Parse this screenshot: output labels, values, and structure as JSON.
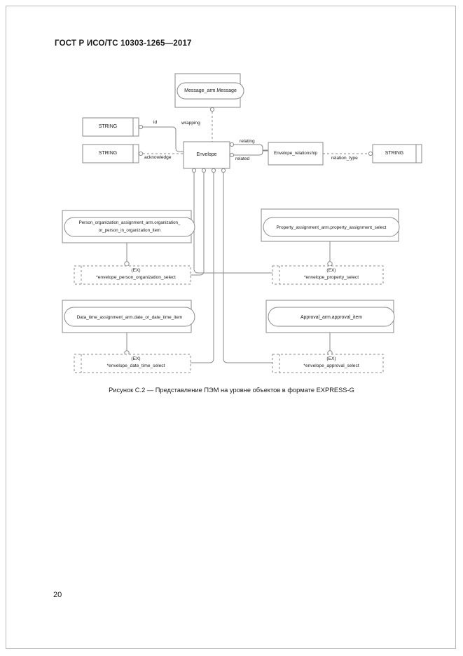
{
  "document": {
    "header": "ГОСТ Р ИСО/ТС 10303-1265—2017",
    "page_number": "20",
    "figure_caption": "Рисунок С.2 — Представление ПЭМ на уровне объектов в формате EXPRESS-G"
  },
  "diagram": {
    "type": "EXPRESS-G",
    "nodes": {
      "message": "Message_arm.Message",
      "string_id": "STRING",
      "string_acknowledge": "STRING",
      "envelope": "Envelope",
      "envelope_relationship": "Envelope_relationship",
      "string_relation_type": "STRING",
      "person_org": "Person_organization_assignment_arm.organization_ or_person_in_organization_item",
      "person_org_line1": "Person_organization_assignment_arm.organization_",
      "person_org_line2": "or_person_in_organization_item",
      "property_assignment": "Property_assignment_arm.property_assignment_select",
      "date_time": "Data_time_assignment_arm.date_or_date_time_item",
      "approval": "Approval_arm.approval_item"
    },
    "edge_labels": {
      "id": "id",
      "acknowledge": "acknowledge",
      "wrapping": "wrapping",
      "relating": "relating",
      "related": "related",
      "relation_type": "relation_type"
    },
    "ex_boxes": [
      {
        "tag": "(EX)",
        "name": "*envelope_person_organization_select"
      },
      {
        "tag": "(EX)",
        "name": "*envelope_property_select"
      },
      {
        "tag": "(EX)",
        "name": "*envelope_date_time_select"
      },
      {
        "tag": "(EX)",
        "name": "*envelope_approval_select"
      }
    ],
    "colors": {
      "line": "#8a8a8a",
      "text": "#1a1a1a",
      "page_frame": "#b9b9b9"
    }
  }
}
